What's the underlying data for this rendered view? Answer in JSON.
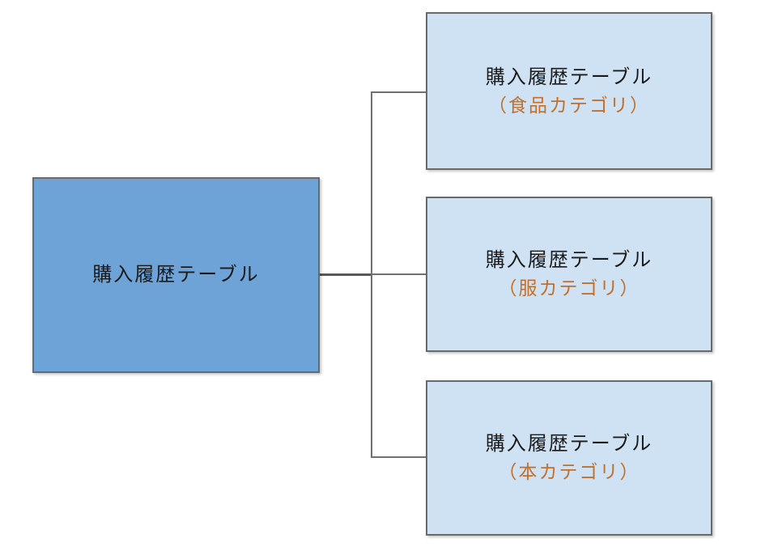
{
  "diagram": {
    "root": {
      "label": "購入履歴テーブル"
    },
    "children": [
      {
        "label": "購入履歴テーブル",
        "sublabel": "（食品カテゴリ）"
      },
      {
        "label": "購入履歴テーブル",
        "sublabel": "（服カテゴリ）"
      },
      {
        "label": "購入履歴テーブル",
        "sublabel": "（本カテゴリ）"
      }
    ],
    "colors": {
      "root_fill": "#6ea3d7",
      "child_fill": "#cfe2f3",
      "border": "#6a6a6a",
      "connector": "#707070",
      "stem": "#595959",
      "label_text": "#1a1a1a",
      "sublabel_text": "#c0702c"
    }
  }
}
